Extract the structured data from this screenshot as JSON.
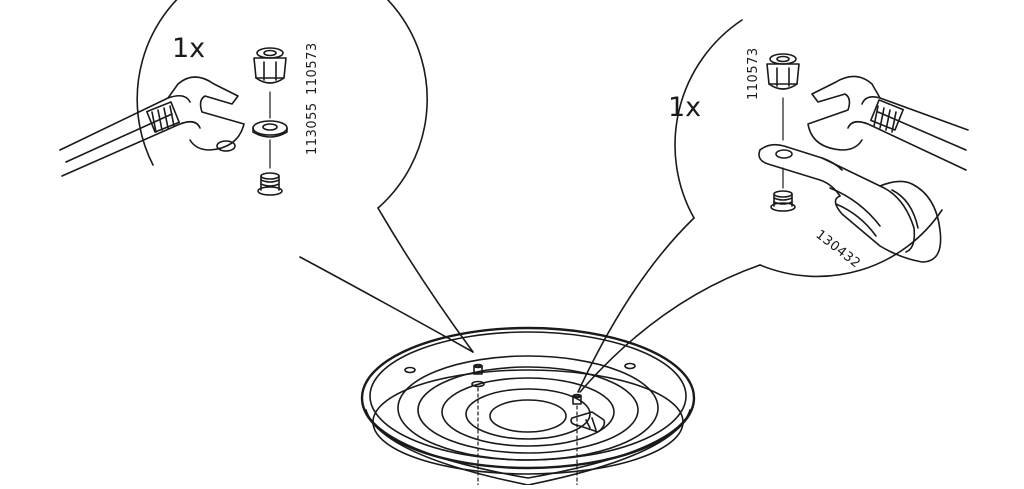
{
  "left_detail": {
    "quantity": "1x",
    "part_nut": "110573",
    "part_washer": "113055"
  },
  "right_detail": {
    "quantity": "1x",
    "part_nut": "110573",
    "part_lug": "130432"
  }
}
